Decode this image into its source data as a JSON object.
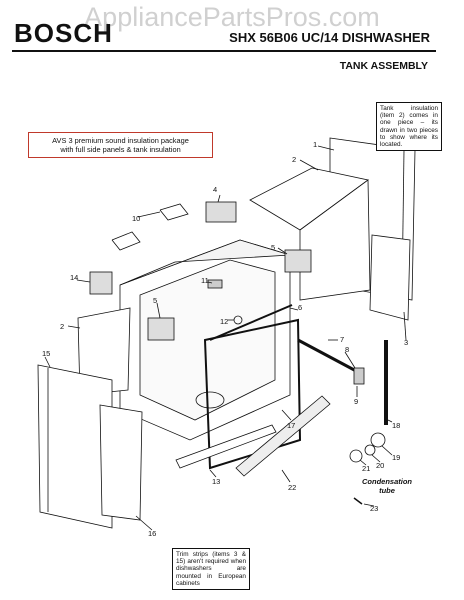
{
  "header": {
    "brand": "BOSCH",
    "model": "SHX 56B06 UC/14 DISHWASHER",
    "section": "TANK ASSEMBLY",
    "watermark": "AppliancePartsPros.com"
  },
  "notes": {
    "insulation": "Tank insulation (item 2) comes in one piece – its drawn in two pieces to show where its located.",
    "avs_line1": "AVS 3 premium sound insulation package",
    "avs_line2": "with full side panels & tank insulation",
    "trim": "Trim strips (items 3 & 15) aren't required when dishwashers are mounted in European cabinets"
  },
  "labels": {
    "condensation_line1": "Condensation",
    "condensation_line2": "tube"
  },
  "callouts": [
    "1",
    "2",
    "2",
    "3",
    "4",
    "5",
    "5",
    "6",
    "7",
    "8",
    "9",
    "10",
    "11",
    "12",
    "13",
    "14",
    "15",
    "16",
    "17",
    "18",
    "19",
    "20",
    "21",
    "22",
    "23"
  ]
}
